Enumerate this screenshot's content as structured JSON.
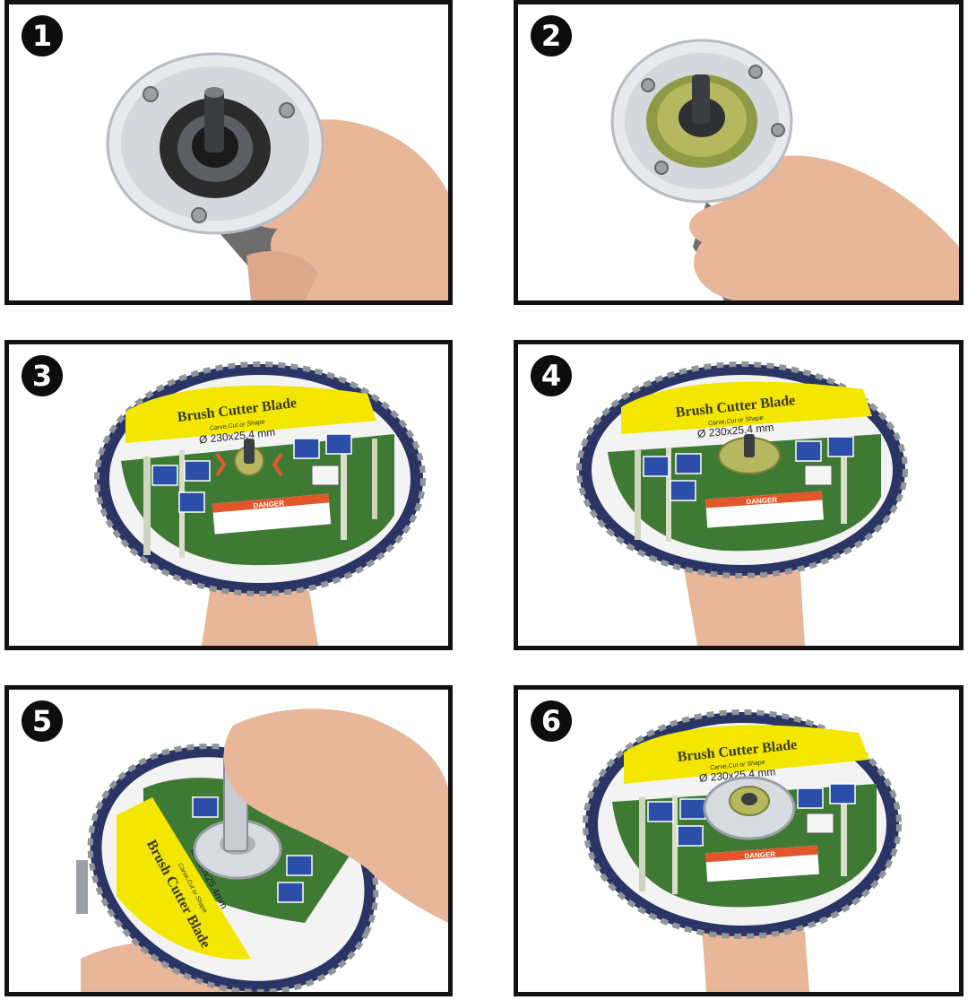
{
  "steps": [
    {
      "number": "1"
    },
    {
      "number": "2"
    },
    {
      "number": "3",
      "blade_title": "Brush Cutter Blade",
      "blade_subtitle": "Carve,Cut or Shape",
      "blade_size": "Ø 230x25.4 mm",
      "warning": "DANGER"
    },
    {
      "number": "4",
      "blade_title": "Brush Cutter Blade",
      "blade_subtitle": "Carve,Cut or Shape",
      "blade_size": "Ø 230x25.4 mm",
      "warning": "DANGER"
    },
    {
      "number": "5",
      "blade_title": "Brush Cutter Blade",
      "blade_subtitle": "Carve,Cut or Shape",
      "blade_size": "Ø 230x25.4mm"
    },
    {
      "number": "6",
      "blade_title": "Brush Cutter Blade",
      "blade_subtitle": "Carve,Cut or Shape",
      "blade_size": "Ø 230x25.4 mm",
      "warning": "DANGER"
    }
  ],
  "colors": {
    "border": "#111111",
    "badge": "#0d0d0d",
    "label_yellow": "#f3e600",
    "forest_green": "#3f7a35",
    "chain_blue": "#2a3566",
    "metal": "#c9ccd1",
    "skin": "#e8b79a",
    "danger_orange": "#e2562b"
  }
}
